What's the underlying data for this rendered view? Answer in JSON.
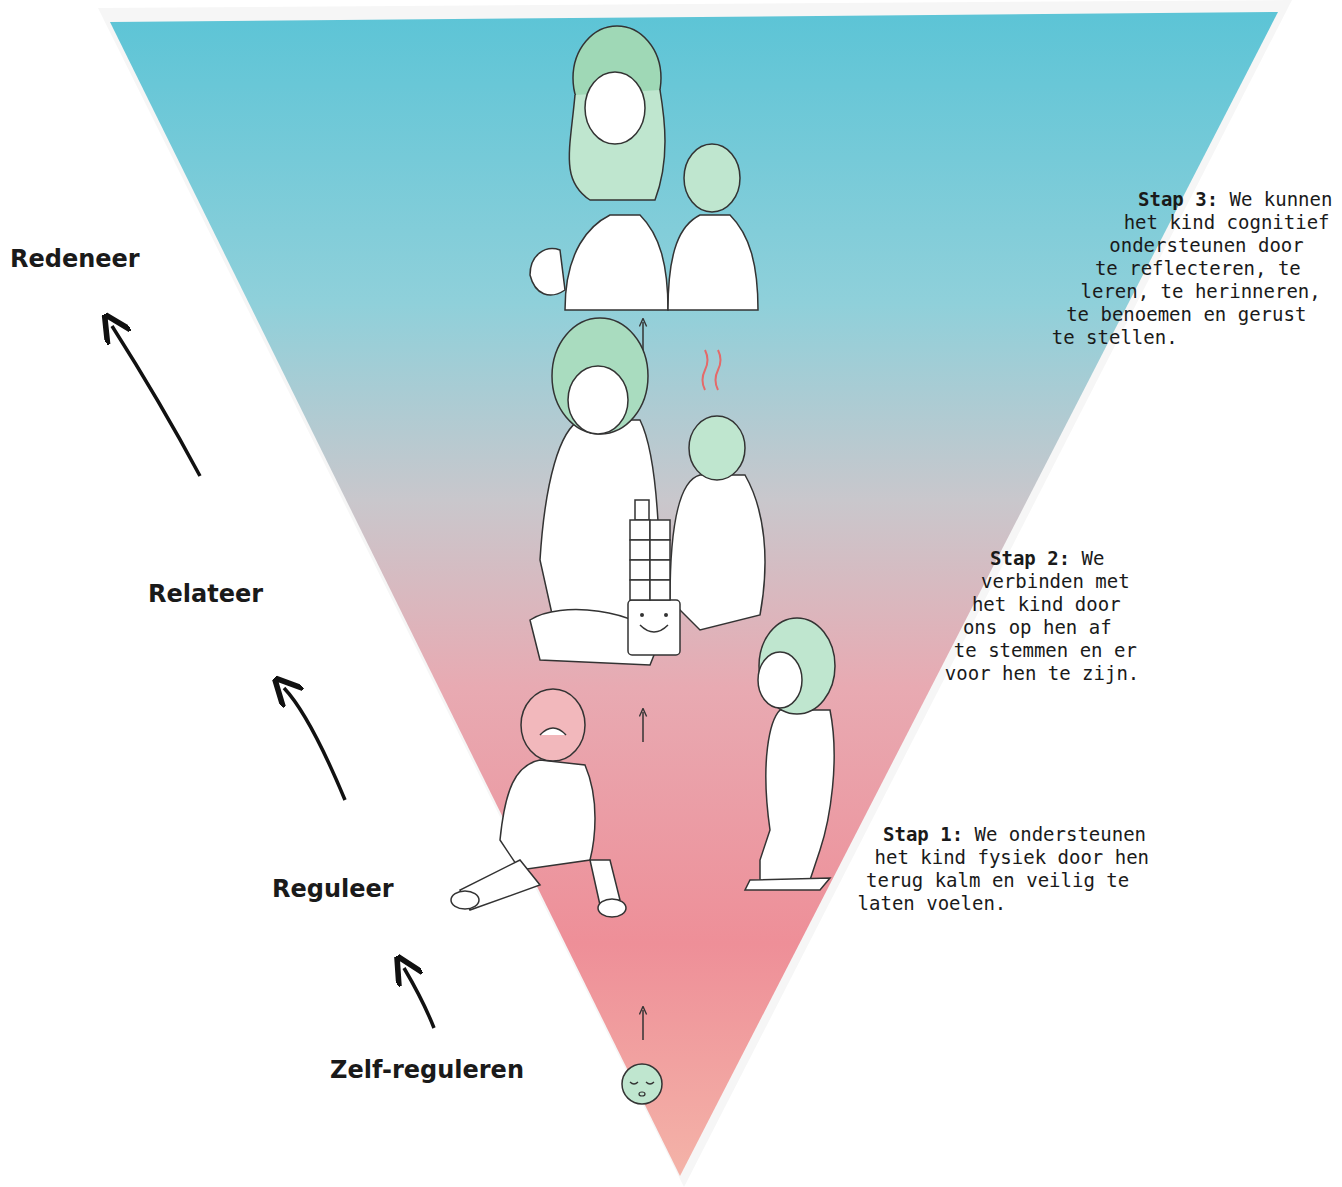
{
  "diagram": {
    "labels": [
      "Redeneer",
      "Stap 3:",
      "We kunnen het kind cognitief ondersteunen door te reflecteren, te leren, te herinneren, te benoemen en gerust te stellen.",
      "Relateer",
      "Stap 2:",
      "We verbinden met het kind door ons op hen af te stemmen en er voor hen te zijn.",
      "Reguleer",
      "Stap 1:",
      "We ondersteunen het kind fysiek door hen terug kalm en veilig te laten voelen.",
      "Zelf-reguleren"
    ]
  }
}
